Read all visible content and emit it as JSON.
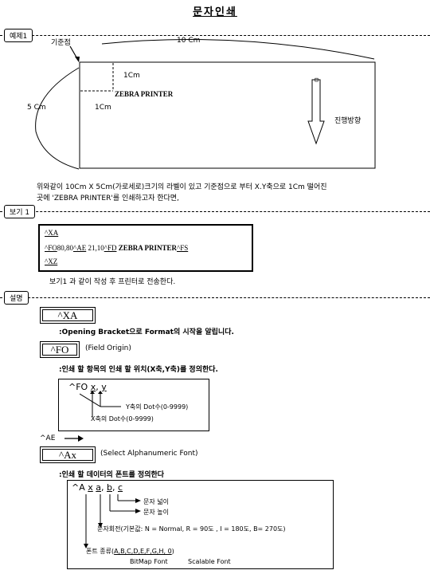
{
  "title": "문자인쇄",
  "example": {
    "tag": "예제1",
    "origin_label": "기준점",
    "width_label": "10 Cm",
    "height_label": "5 Cm",
    "offset_y_label": "1Cm",
    "offset_x_label": "1Cm",
    "label_text": "ZEBRA PRINTER",
    "direction_label": "진행방향",
    "direction_head_text": "ㅁ",
    "description_1": "위와같이 10Cm X 5Cm(가로세로)크기의 라벨이 있고 기준점으로 부터 X.Y축으로 1Cm 떨어진",
    "description_2": "곳에 'ZEBRA PRINTER'를 인쇄하고자 한다면,"
  },
  "view1": {
    "tag": "보기 1",
    "code_1": "^XA",
    "code_2_a": "^FO",
    "code_2_b": "80,80",
    "code_2_c": "^AE",
    "code_2_d": "21,10",
    "code_2_e": "^FD",
    "code_2_f": "ZEBRA PRINTER",
    "code_2_g": "^FS",
    "code_3": "^XZ",
    "note": "보기1 과 같이 작성 후 프린터로 전송한다."
  },
  "explain": {
    "tag": "설명",
    "xa_cmd": "^XA",
    "xa_desc": ":Opening Bracket으로 Format의 시작을 알립니다.",
    "fo_cmd": "^FO",
    "fo_name": "(Field Origin)",
    "fo_desc": ":인쇄 할 항목의 인쇄 할 위치(X축,Y축)를 정의한다.",
    "fo_syntax_cmd": "^FO",
    "fo_syntax_x": "x",
    "fo_syntax_y": "y",
    "fo_y_label": "Y축의 Dot수(0-9999)",
    "fo_x_label": "X축의 Dot수(0-9999)",
    "ae_label": "^AE",
    "ax_cmd": "^Ax",
    "ax_name": "(Select Alphanumeric Font)",
    "ax_desc": ":인쇄 할 데이터의 폰트를 정의한다",
    "ax_syntax_cmd": "^A",
    "ax_syntax_x": "x",
    "ax_syntax_a": "a",
    "ax_syntax_b": "b",
    "ax_syntax_c": "c",
    "ax_width_label": "문자 넓이",
    "ax_height_label": "문자 높이",
    "ax_rotate_label": "문자회전(기본값: N = Normal, R = 90도 , I = 180도, B= 270도)",
    "ax_font_label_prefix": "폰트 종류(",
    "ax_font_list": "A,B,C,D,E,F,G,H, 0",
    "ax_font_label_suffix": ")",
    "bitmap_label": "BitMap Font",
    "scalable_label": "Scalable Font"
  }
}
